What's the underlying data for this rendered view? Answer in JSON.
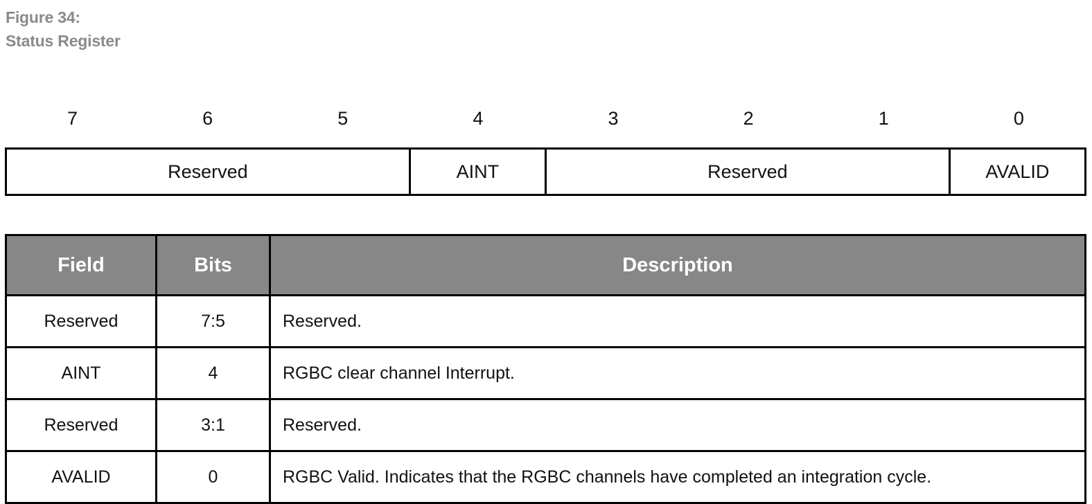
{
  "figure": {
    "label": "Figure 34:",
    "title": "Status Register"
  },
  "colors": {
    "caption": "#8a8a8a",
    "header_background": "#878787",
    "header_text": "#ffffff",
    "border": "#000000",
    "body_text": "#111111",
    "page_background": "#ffffff"
  },
  "register": {
    "bit_numbers": [
      "7",
      "6",
      "5",
      "4",
      "3",
      "2",
      "1",
      "0"
    ],
    "cells": [
      {
        "label": "Reserved",
        "bits": 3,
        "high_bit": "7",
        "low_bit": "5"
      },
      {
        "label": "AINT",
        "bits": 1,
        "high_bit": "4",
        "low_bit": "4"
      },
      {
        "label": "Reserved",
        "bits": 3,
        "high_bit": "3",
        "low_bit": "1"
      },
      {
        "label": "AVALID",
        "bits": 1,
        "high_bit": "0",
        "low_bit": "0"
      }
    ]
  },
  "table": {
    "headers": [
      "Field",
      "Bits",
      "Description"
    ],
    "rows": [
      {
        "field": "Reserved",
        "bits": "7:5",
        "description": "Reserved."
      },
      {
        "field": "AINT",
        "bits": "4",
        "description": "RGBC clear channel Interrupt."
      },
      {
        "field": "Reserved",
        "bits": "3:1",
        "description": "Reserved."
      },
      {
        "field": "AVALID",
        "bits": "0",
        "description": "RGBC Valid. Indicates that the RGBC channels have completed an integration cycle."
      }
    ]
  }
}
